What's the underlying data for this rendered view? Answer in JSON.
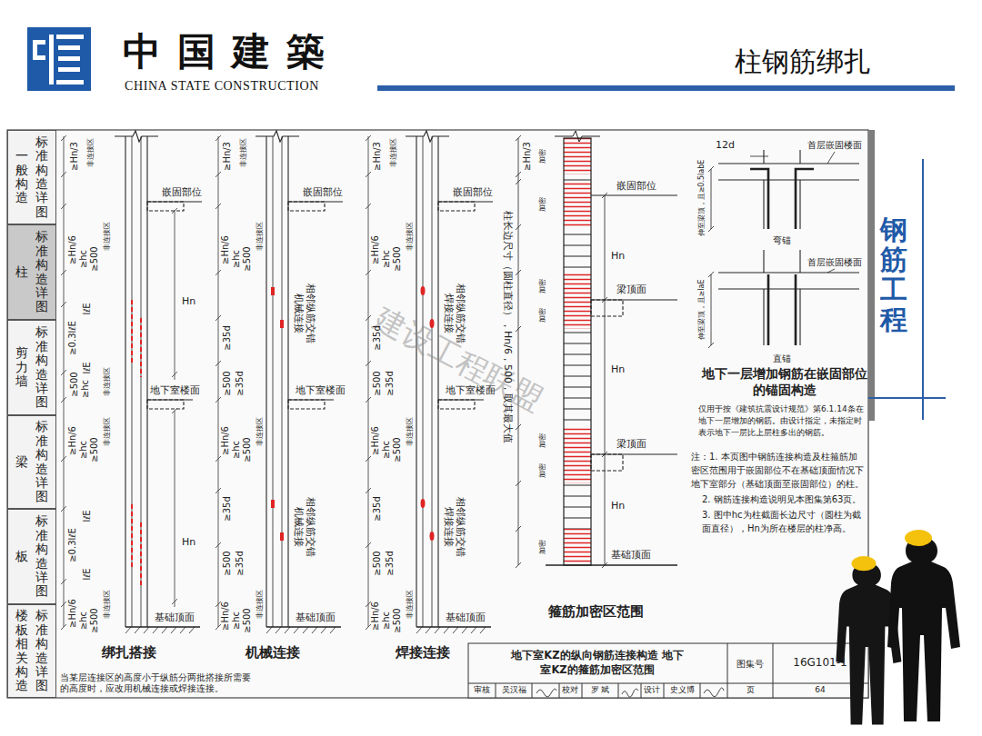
{
  "diagram": {
    "title": "柱钢筋绑扎",
    "nodes": [
      {
        "text": [
          "一般构造",
          "标准构造详图"
        ]
      },
      {
        "text": [
          "柱",
          "标准构造详图"
        ]
      },
      {
        "text": [
          "剪力墙",
          "标准构造详图"
        ]
      },
      {
        "text": [
          "梁",
          "标准构造详图"
        ]
      },
      {
        "text": [
          "板",
          "标准构造详图"
        ]
      },
      {
        "text": [
          "楼板相关构造",
          "标准构造详图"
        ]
      }
    ],
    "labels": [
      "中国建築",
      "CHINA STATE CONSTRUCTION",
      "钢筋工程",
      "建设工程联盟",
      "≥Hn/3",
      "非连接区",
      "嵌固部位",
      "≥Hn/6",
      "≥hc",
      "≥500",
      "非连接区",
      "≥0.3lℓE",
      "lℓE",
      "lℓE",
      "Hn",
      "≥500",
      "≥hc",
      "非连接区",
      "地下室楼面",
      "≥Hn/6",
      "≥hc",
      "≥500",
      "非连接区",
      "≥0.3lℓE",
      "lℓE",
      "lℓE",
      "Hn",
      "≥Hn/6",
      "≥hc",
      "≥500",
      "非连接区",
      "基础顶面",
      "绑扎搭接",
      "当某层连接区的高度小于纵筋分两批搭接所需要的高度时，应改用机械连接或焊接连接。",
      "≥Hn/3",
      "非连接区",
      "嵌固部位",
      "≥Hn/6",
      "≥hc",
      "≥500",
      "非连接区",
      "≥35d",
      "相邻纵筋交错机械连接",
      "≥500",
      "≥35d",
      "地下室楼面",
      "≥Hn/6",
      "≥hc",
      "≥500",
      "非连接区",
      "≥35d",
      "相邻纵筋交错机械连接",
      "≥500",
      "≥35d",
      "≥Hn/6",
      "≥hc",
      "≥500",
      "非连接区",
      "基础顶面",
      "机械连接",
      "≥Hn/3",
      "非连接区",
      "嵌固部位",
      "≥Hn/6",
      "≥hc",
      "≥500",
      "非连接区",
      "≥35d",
      "相邻纵筋交错焊接连接",
      "≥500",
      "≥35d",
      "地下室楼面",
      "≥Hn/6",
      "≥hc",
      "≥500",
      "非连接区",
      "≥35d",
      "相邻纵筋交错焊接连接",
      "≥500",
      "≥35d",
      "≥Hn/6",
      "≥hc",
      "≥500",
      "非连接区",
      "基础顶面",
      "焊接连接",
      "≥Hn/3",
      "加密",
      "嵌固部位",
      "柱长边尺寸（圆柱直径），Hn/6，500，取其最大值",
      "加密",
      "Hn",
      "加密",
      "梁顶面",
      "加密",
      "Hn",
      "加密",
      "梁顶面",
      "加密",
      "Hn",
      "加密",
      "基础顶面",
      "箍筋加密区范围",
      "12d",
      "首层嵌固楼面",
      "伸至梁顶，且≥0.5labE",
      "弯锚",
      "首层嵌固楼面",
      "伸至梁顶，且≥laE",
      "直锚",
      "地下一层增加钢筋在嵌固部位的锚固构造",
      "仅用于按《建筑抗震设计规范》第6.1.14条在地下一层增加的钢筋。由设计指定，未指定时表示地下一层比上层柱多出的钢筋。",
      "注：1. 本页图中钢筋连接构造及柱箍筋加密区范围用于嵌固部位不在基础顶面情况下地下室部分（基础顶面至嵌固部位）的柱。",
      "2. 钢筋连接构造说明见本图集第63页。",
      "3. 图中hc为柱截面长边尺寸（圆柱为截面直径），Hn为所在楼层的柱净高。",
      "地下室KZ的纵向钢筋连接构造 地下室KZ的箍筋加密区范围",
      "图集号",
      "16G101-1",
      "审核",
      "吴汉福",
      "校对",
      "罗 斌",
      "设计",
      "史义博",
      "页",
      "64"
    ]
  }
}
